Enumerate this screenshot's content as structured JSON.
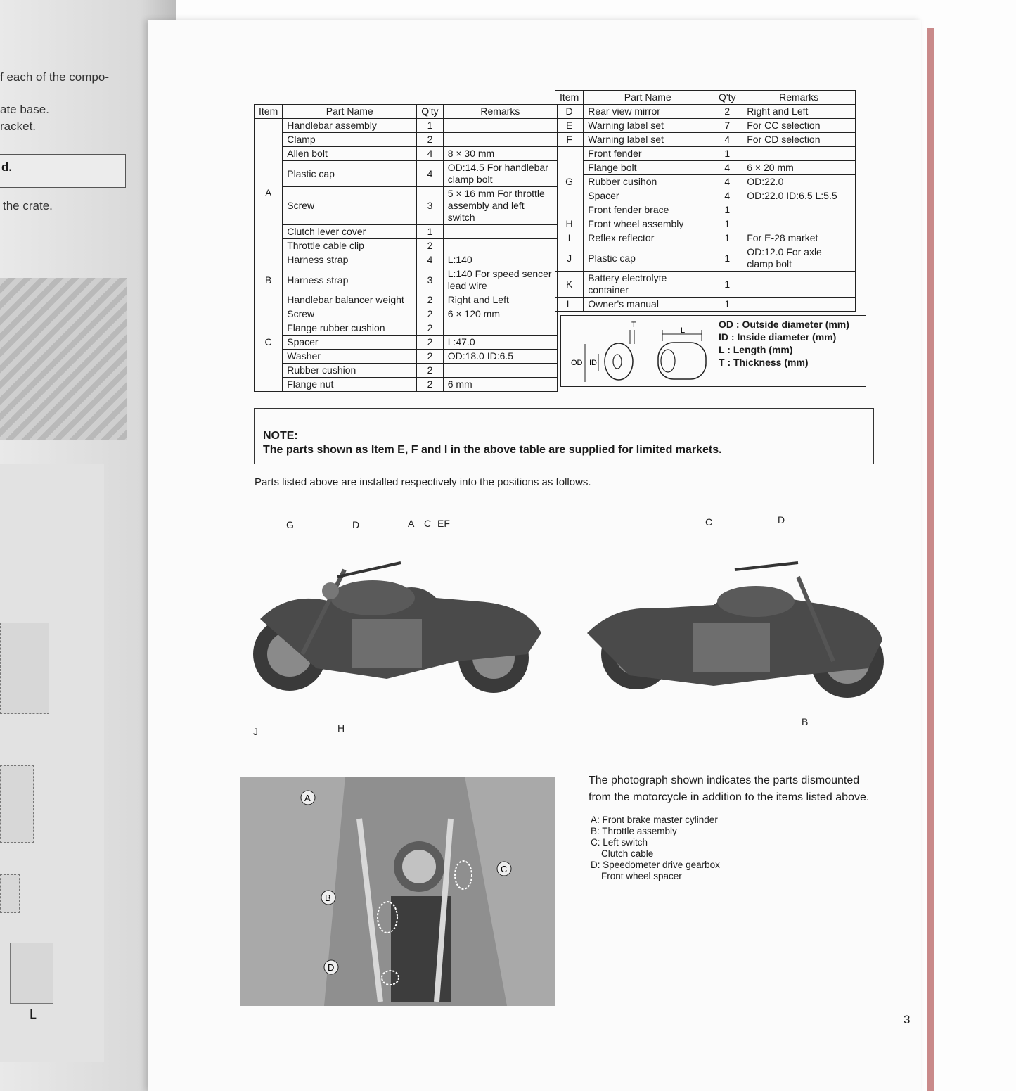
{
  "left_page": {
    "lines": [
      "f each of the compo-",
      "ate base.",
      "racket.",
      "the crate."
    ],
    "box_text": "d.",
    "letter": "L"
  },
  "table_left": {
    "headers": [
      "Item",
      "Part Name",
      "Q'ty",
      "Remarks"
    ],
    "groups": [
      {
        "item": "A",
        "rows": [
          {
            "name": "Handlebar assembly",
            "qty": "1",
            "remarks": ""
          },
          {
            "name": "Clamp",
            "qty": "2",
            "remarks": ""
          },
          {
            "name": "Allen bolt",
            "qty": "4",
            "remarks": "8 × 30 mm"
          },
          {
            "name": "Plastic cap",
            "qty": "4",
            "remarks": "OD:14.5 For handlebar clamp bolt"
          },
          {
            "name": "Screw",
            "qty": "3",
            "remarks": "5 × 16 mm For throttle assembly and left switch"
          },
          {
            "name": "Clutch lever cover",
            "qty": "1",
            "remarks": ""
          },
          {
            "name": "Throttle cable clip",
            "qty": "2",
            "remarks": ""
          },
          {
            "name": "Harness strap",
            "qty": "4",
            "remarks": "L:140"
          }
        ]
      },
      {
        "item": "B",
        "rows": [
          {
            "name": "Harness strap",
            "qty": "3",
            "remarks": "L:140 For speed sencer lead wire"
          }
        ]
      },
      {
        "item": "C",
        "rows": [
          {
            "name": "Handlebar balancer weight",
            "qty": "2",
            "remarks": "Right and Left"
          },
          {
            "name": "Screw",
            "qty": "2",
            "remarks": "6 × 120 mm"
          },
          {
            "name": "Flange rubber cushion",
            "qty": "2",
            "remarks": ""
          },
          {
            "name": "Spacer",
            "qty": "2",
            "remarks": "L:47.0"
          },
          {
            "name": "Washer",
            "qty": "2",
            "remarks": "OD:18.0 ID:6.5"
          },
          {
            "name": "Rubber cushion",
            "qty": "2",
            "remarks": ""
          },
          {
            "name": "Flange nut",
            "qty": "2",
            "remarks": "6 mm"
          }
        ]
      }
    ]
  },
  "table_right": {
    "headers": [
      "Item",
      "Part Name",
      "Q'ty",
      "Remarks"
    ],
    "groups": [
      {
        "item": "D",
        "rows": [
          {
            "name": "Rear view mirror",
            "qty": "2",
            "remarks": "Right and Left"
          }
        ]
      },
      {
        "item": "E",
        "rows": [
          {
            "name": "Warning label set",
            "qty": "7",
            "remarks": "For CC selection"
          }
        ]
      },
      {
        "item": "F",
        "rows": [
          {
            "name": "Warning label set",
            "qty": "4",
            "remarks": "For CD selection"
          }
        ]
      },
      {
        "item": "G",
        "rows": [
          {
            "name": "Front fender",
            "qty": "1",
            "remarks": ""
          },
          {
            "name": "Flange bolt",
            "qty": "4",
            "remarks": "6 × 20 mm"
          },
          {
            "name": "Rubber cusihon",
            "qty": "4",
            "remarks": "OD:22.0"
          },
          {
            "name": "Spacer",
            "qty": "4",
            "remarks": "OD:22.0 ID:6.5 L:5.5"
          },
          {
            "name": "Front fender brace",
            "qty": "1",
            "remarks": ""
          }
        ]
      },
      {
        "item": "H",
        "rows": [
          {
            "name": "Front wheel assembly",
            "qty": "1",
            "remarks": ""
          }
        ]
      },
      {
        "item": "I",
        "rows": [
          {
            "name": "Reflex reflector",
            "qty": "1",
            "remarks": "For E-28 market"
          }
        ]
      },
      {
        "item": "J",
        "rows": [
          {
            "name": "Plastic cap",
            "qty": "1",
            "remarks": "OD:12.0 For axle clamp bolt"
          }
        ]
      },
      {
        "item": "K",
        "rows": [
          {
            "name": "Battery electrolyte container",
            "qty": "1",
            "remarks": ""
          }
        ]
      },
      {
        "item": "L",
        "rows": [
          {
            "name": "Owner's manual",
            "qty": "1",
            "remarks": ""
          }
        ]
      }
    ]
  },
  "legend": {
    "od": "OD : Outside diameter (mm)",
    "id": "ID  : Inside diameter (mm)",
    "l": "L    : Length (mm)",
    "t": "T    : Thickness (mm)",
    "dim_od": "OD",
    "dim_id": "ID",
    "dim_t": "T",
    "dim_l": "L"
  },
  "note": {
    "title": "NOTE:",
    "text": "The parts shown as Item E, F and I in the above table are supplied for limited markets."
  },
  "intro": "Parts listed above are installed respectively into the positions as follows.",
  "left_bike_labels": {
    "g": "G",
    "d": "D",
    "a": "A",
    "c": "C",
    "ef": "EF",
    "j": "J",
    "h": "H"
  },
  "right_bike_labels": {
    "c": "C",
    "d": "D",
    "b": "B"
  },
  "photo_labels": [
    "A",
    "B",
    "C",
    "D"
  ],
  "photo_caption": {
    "line1": "The photograph shown indicates the parts dismounted",
    "line2": "from the motorcycle in addition to the items listed above.",
    "items": [
      "A: Front brake master cylinder",
      "B: Throttle assembly",
      "C: Left switch",
      "    Clutch cable",
      "D: Speedometer drive gearbox",
      "    Front wheel spacer"
    ]
  },
  "page_number": "3"
}
